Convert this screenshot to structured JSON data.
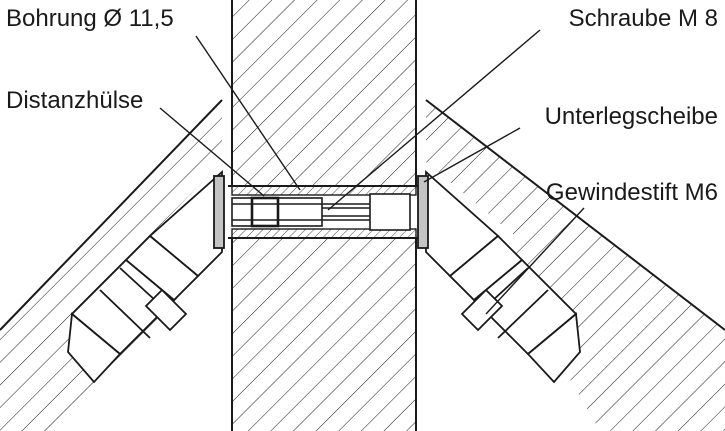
{
  "labels": {
    "bore": "Bohrung Ø 11,5",
    "screw": "Schraube M 8",
    "spacer": "Distanzhülse",
    "washer": "Unterlegscheibe",
    "set_screw": "Gewindestift M6"
  },
  "colors": {
    "stroke": "#1a1a1a",
    "washer_fill": "#c4c4c4",
    "background": "#ffffff"
  }
}
